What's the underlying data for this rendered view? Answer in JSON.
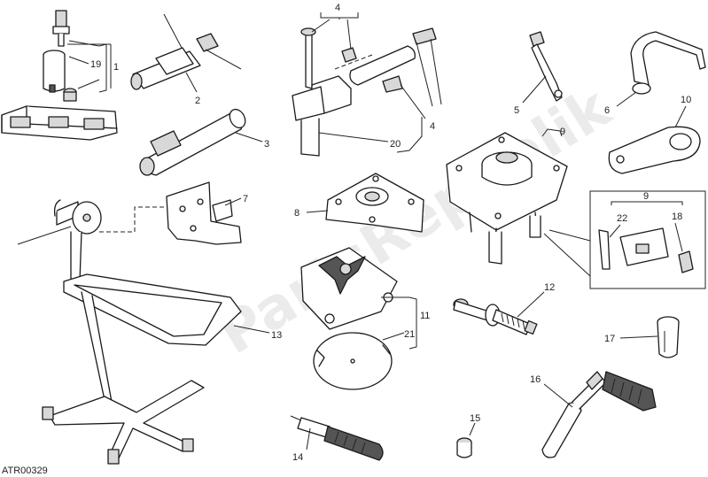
{
  "diagram": {
    "drawing_code": "ATR00329",
    "watermark": "PartsRepublik",
    "callouts": {
      "c1": "1",
      "c19": "19",
      "c2": "2",
      "c3": "3",
      "c4a": "4",
      "c4b": "4",
      "c20": "20",
      "c5": "5",
      "c6": "6",
      "c7": "7",
      "c8": "8",
      "c9a": "9",
      "c9b": "9",
      "c10": "10",
      "c11": "11",
      "c12": "12",
      "c13": "13",
      "c14": "14",
      "c15": "15",
      "c16": "16",
      "c17": "17",
      "c18": "18",
      "c21": "21",
      "c22": "22"
    }
  }
}
